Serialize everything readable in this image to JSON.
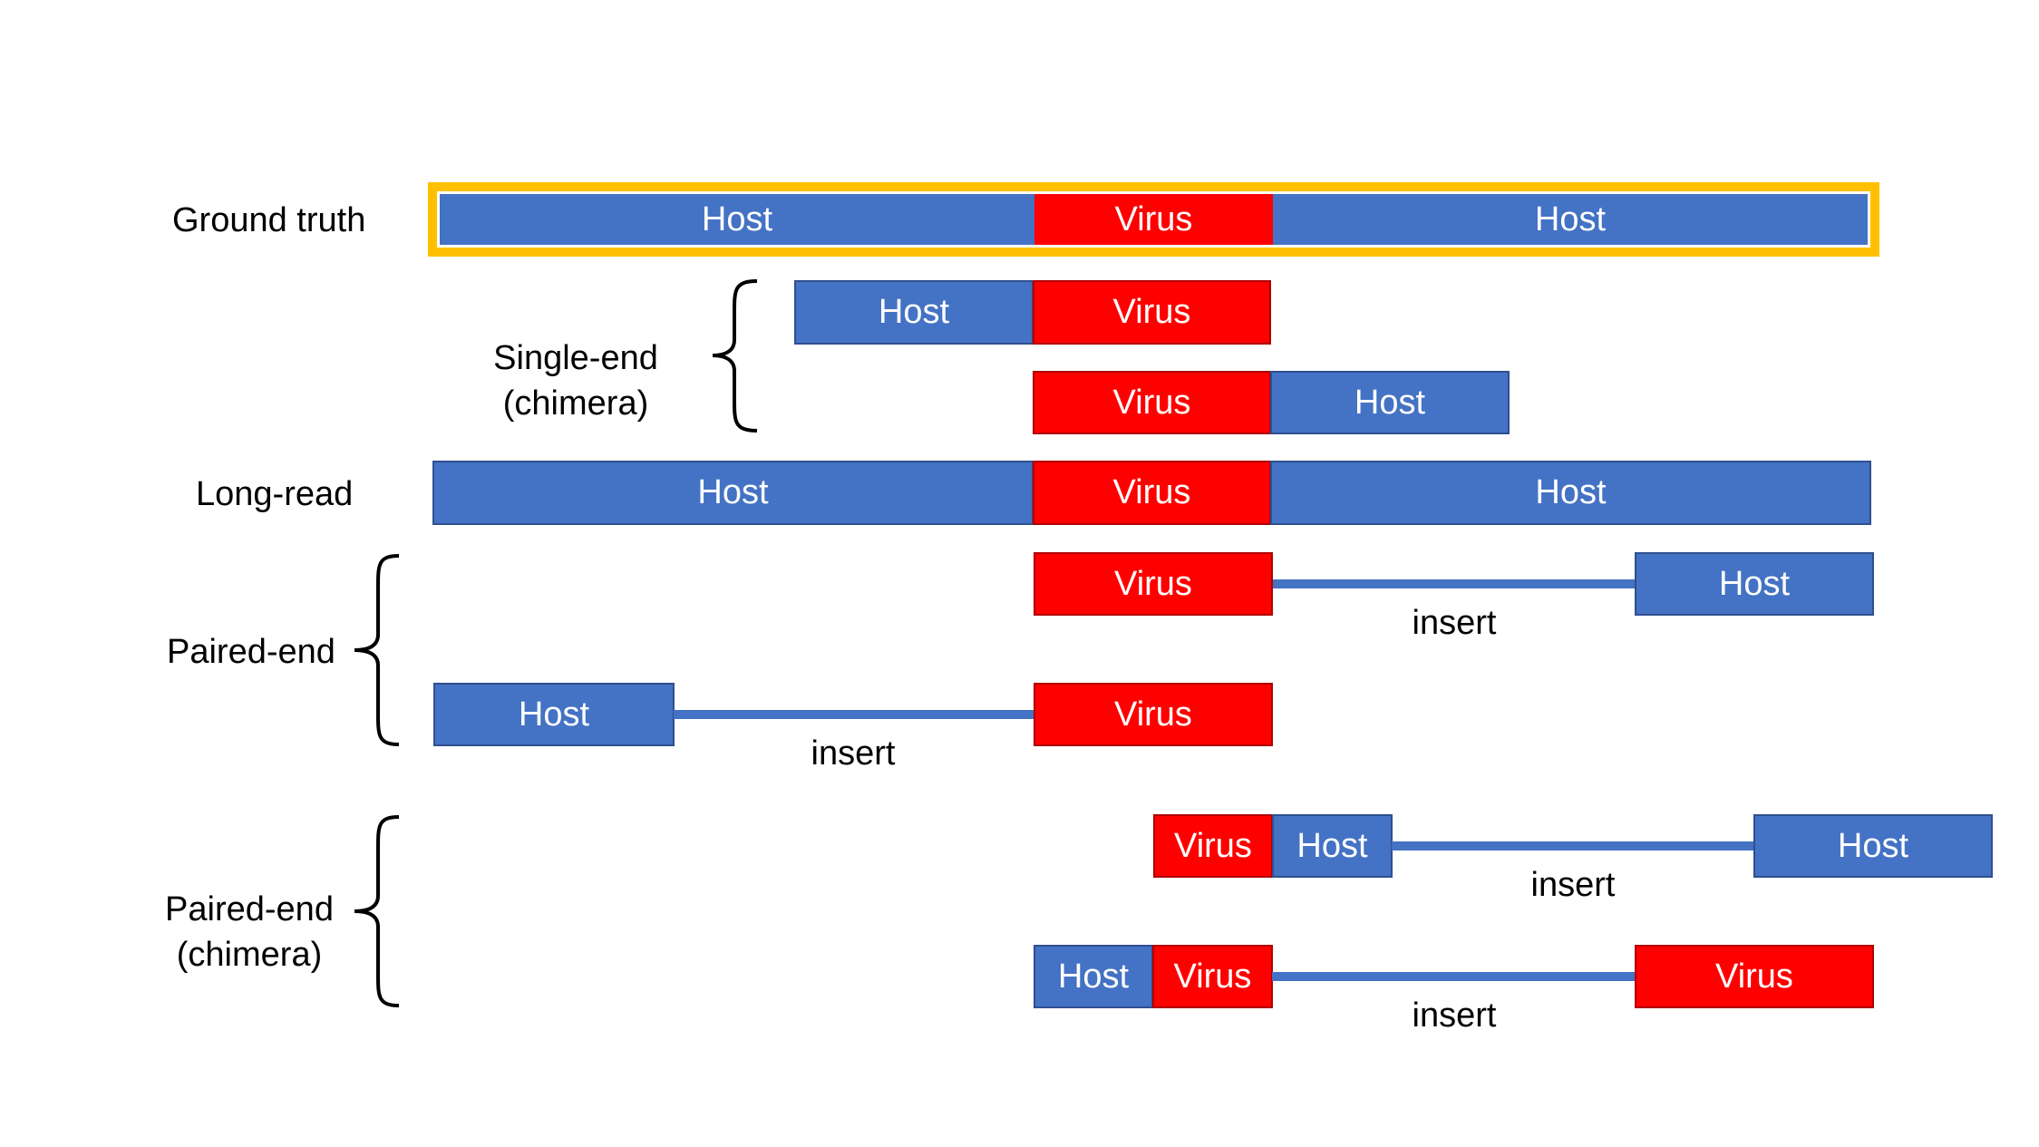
{
  "rows": {
    "ground_truth": {
      "label": "Ground truth",
      "host_left": "Host",
      "virus": "Virus",
      "host_right": "Host"
    },
    "single_end": {
      "label_line1": "Single-end",
      "label_line2": "(chimera)",
      "read1": {
        "host": "Host",
        "virus": "Virus"
      },
      "read2": {
        "virus": "Virus",
        "host": "Host"
      }
    },
    "long_read": {
      "label": "Long-read",
      "host_left": "Host",
      "virus": "Virus",
      "host_right": "Host"
    },
    "paired_end": {
      "label": "Paired-end",
      "pair1": {
        "virus": "Virus",
        "insert": "insert",
        "host": "Host"
      },
      "pair2": {
        "host": "Host",
        "insert": "insert",
        "virus": "Virus"
      }
    },
    "paired_end_chimera": {
      "label_line1": "Paired-end",
      "label_line2": "(chimera)",
      "pair1": {
        "virus": "Virus",
        "host": "Host",
        "insert": "insert",
        "mate": "Host"
      },
      "pair2": {
        "host": "Host",
        "virus": "Virus",
        "insert": "insert",
        "mate": "Virus"
      }
    }
  },
  "colors": {
    "host": "#4472c4",
    "virus": "#ff0000",
    "highlight": "#ffc000"
  }
}
